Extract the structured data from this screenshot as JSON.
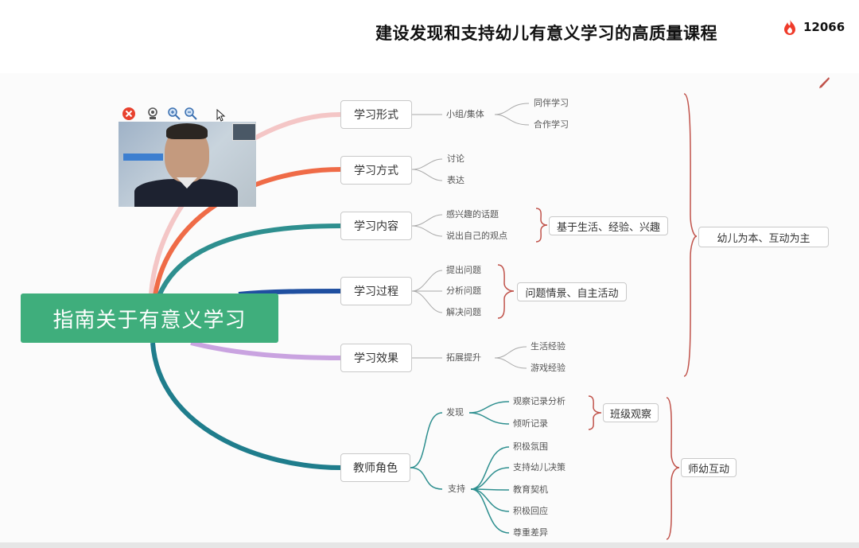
{
  "header": {
    "title": "建设发现和支持幼儿有意义学习的高质量课程",
    "viewer_count": "12066"
  },
  "mindmap": {
    "root": "指南关于有意义学习",
    "branches": [
      {
        "label": "学习形式",
        "mid": "小组/集体",
        "leaves": [
          "同伴学习",
          "合作学习"
        ]
      },
      {
        "label": "学习方式",
        "leaves": [
          "讨论",
          "表达"
        ]
      },
      {
        "label": "学习内容",
        "leaves": [
          "感兴趣的话题",
          "说出自己的观点"
        ],
        "summary": "基于生活、经验、兴趣"
      },
      {
        "label": "学习过程",
        "leaves": [
          "提出问题",
          "分析问题",
          "解决问题"
        ],
        "summary": "问题情景、自主活动"
      },
      {
        "label": "学习效果",
        "mid": "拓展提升",
        "leaves": [
          "生活经验",
          "游戏经验"
        ]
      },
      {
        "label": "教师角色",
        "discover": {
          "label": "发现",
          "leaves": [
            "观察记录分析",
            "倾听记录"
          ],
          "summary": "班级观察"
        },
        "support": {
          "label": "支持",
          "leaves": [
            "积极氛围",
            "支持幼儿决策",
            "教育契机",
            "积极回应",
            "尊重差异"
          ]
        },
        "summary": "师幼互动"
      }
    ],
    "group_summary": "幼儿为本、互动为主"
  },
  "colors": {
    "root": "#3fae7c",
    "branch1": "#f4c6c6",
    "branch2": "#ef6b47",
    "branch3": "#2e8f8f",
    "branch4": "#1f4fa0",
    "branch5": "#c9a3e0",
    "branch6": "#1f7d8c",
    "bracket": "#c0524a"
  },
  "icons": [
    "flame-icon",
    "close-icon",
    "camera-icon",
    "zoom-in-icon",
    "zoom-out-icon",
    "cursor-icon",
    "pen-icon"
  ]
}
